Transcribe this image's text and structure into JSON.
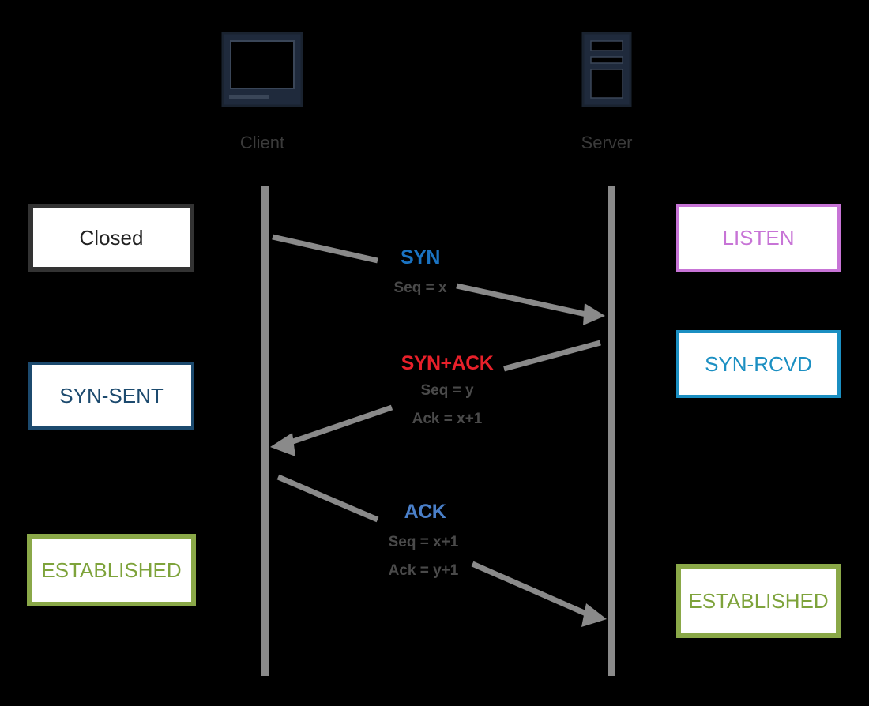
{
  "hosts": {
    "client_label": "Client",
    "server_label": "Server"
  },
  "client_states": [
    {
      "label": "Closed",
      "color": "#222222",
      "border": "#333333"
    },
    {
      "label": "SYN-SENT",
      "color": "#1c4a6e",
      "border": "#1c4a6e"
    },
    {
      "label": "ESTABLISHED",
      "color": "#7ea33b",
      "border": "#8aa848"
    }
  ],
  "server_states": [
    {
      "label": "LISTEN",
      "color": "#c774d6",
      "border": "#c774d6"
    },
    {
      "label": "SYN-RCVD",
      "color": "#1b8fc2",
      "border": "#1b8fc2"
    },
    {
      "label": "ESTABLISHED",
      "color": "#7ea33b",
      "border": "#8aa848"
    }
  ],
  "messages": [
    {
      "name": "SYN",
      "color": "#1a73c2",
      "lines": [
        "Seq = x"
      ]
    },
    {
      "name": "SYN+ACK",
      "color": "#e8202a",
      "lines": [
        "Seq = y",
        "Ack = x+1"
      ]
    },
    {
      "name": "ACK",
      "color": "#4a7fc8",
      "lines": [
        "Seq = x+1",
        "Ack = y+1"
      ]
    }
  ],
  "icons": [
    "computer-icon",
    "server-icon"
  ]
}
